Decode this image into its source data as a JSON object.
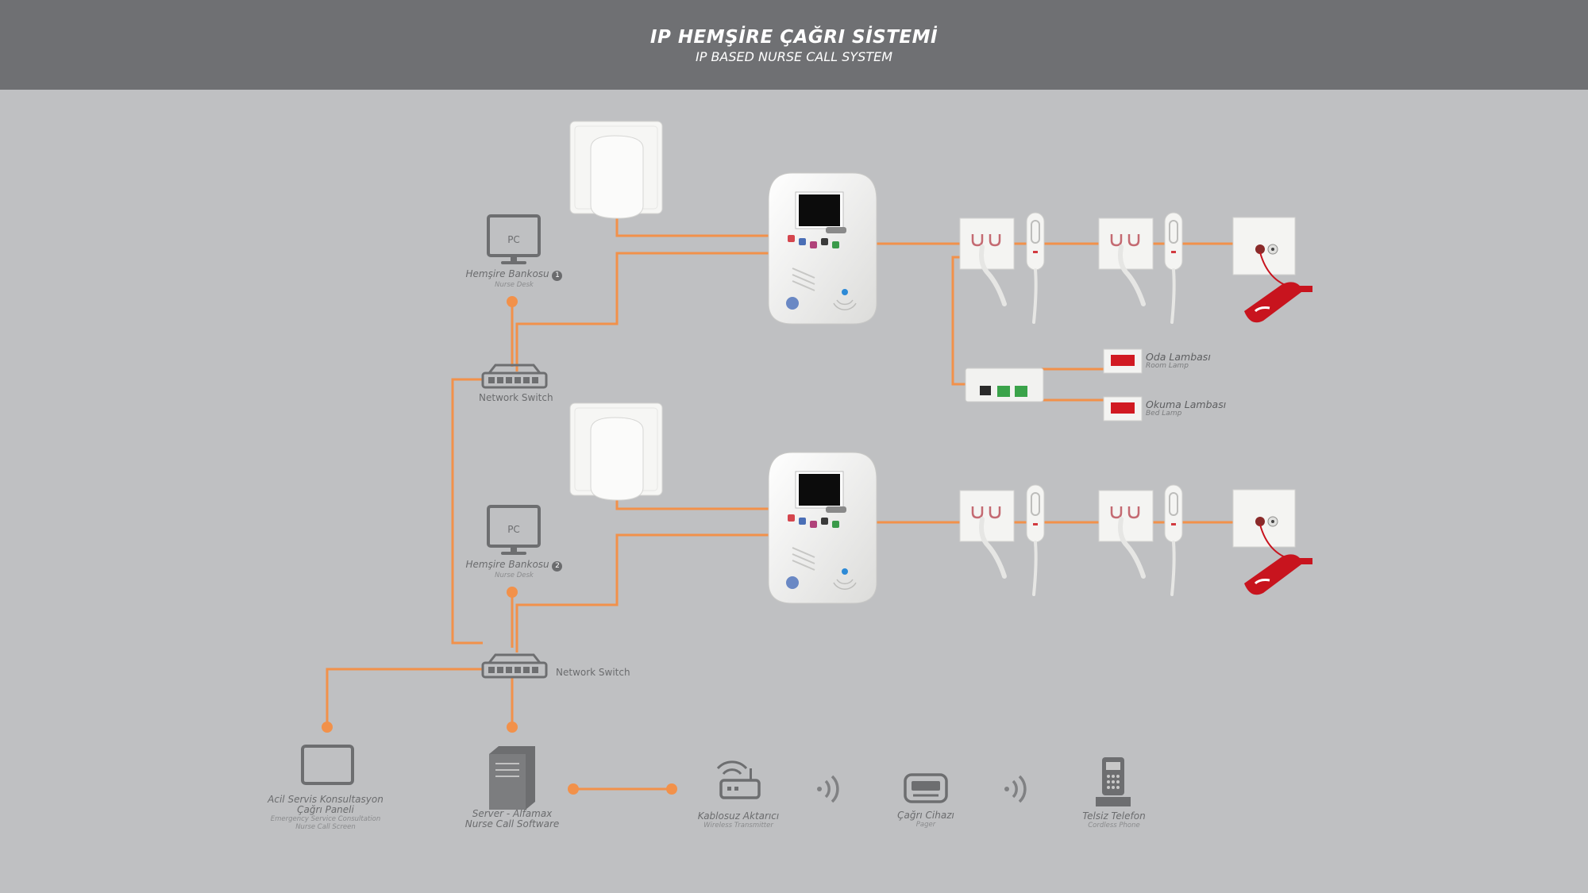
{
  "header": {
    "title": "IP HEMŞİRE ÇAĞRI SİSTEMİ",
    "subtitle": "IP BASED NURSE CALL SYSTEM"
  },
  "desks": [
    {
      "pc_label": "PC",
      "name": "Hemşire Bankosu",
      "number": "1",
      "sub": "Nurse Desk"
    },
    {
      "pc_label": "PC",
      "name": "Hemşire Bankosu",
      "number": "2",
      "sub": "Nurse Desk"
    }
  ],
  "switches": [
    {
      "label": "Network Switch"
    },
    {
      "label": "Network Switch"
    }
  ],
  "lamps": [
    {
      "name": "Oda Lambası",
      "sub": "Room Lamp"
    },
    {
      "name": "Okuma Lambası",
      "sub": "Bed Lamp"
    }
  ],
  "bottom": {
    "emergency": {
      "line1": "Acil Servis Konsultasyon",
      "line2": "Çağrı Paneli",
      "sub1": "Emergency Service Consultation",
      "sub2": "Nurse Call Screen"
    },
    "server": {
      "line1": "Server - Alfamax",
      "line2": "Nurse Call Software"
    },
    "wireless": {
      "name": "Kablosuz Aktarıcı",
      "sub": "Wireless Transmitter"
    },
    "pager": {
      "name": "Çağrı Cihazı",
      "sub": "Pager"
    },
    "phone": {
      "name": "Telsiz Telefon",
      "sub": "Cordless Phone"
    }
  },
  "colors": {
    "header_bg": "#6f7073",
    "canvas_bg": "#bfc0c2",
    "connector": "#f2914a",
    "icon_gray": "#6d6e70",
    "device_white": "#f1f1ef",
    "pull_cord_red": "#c8141e"
  }
}
